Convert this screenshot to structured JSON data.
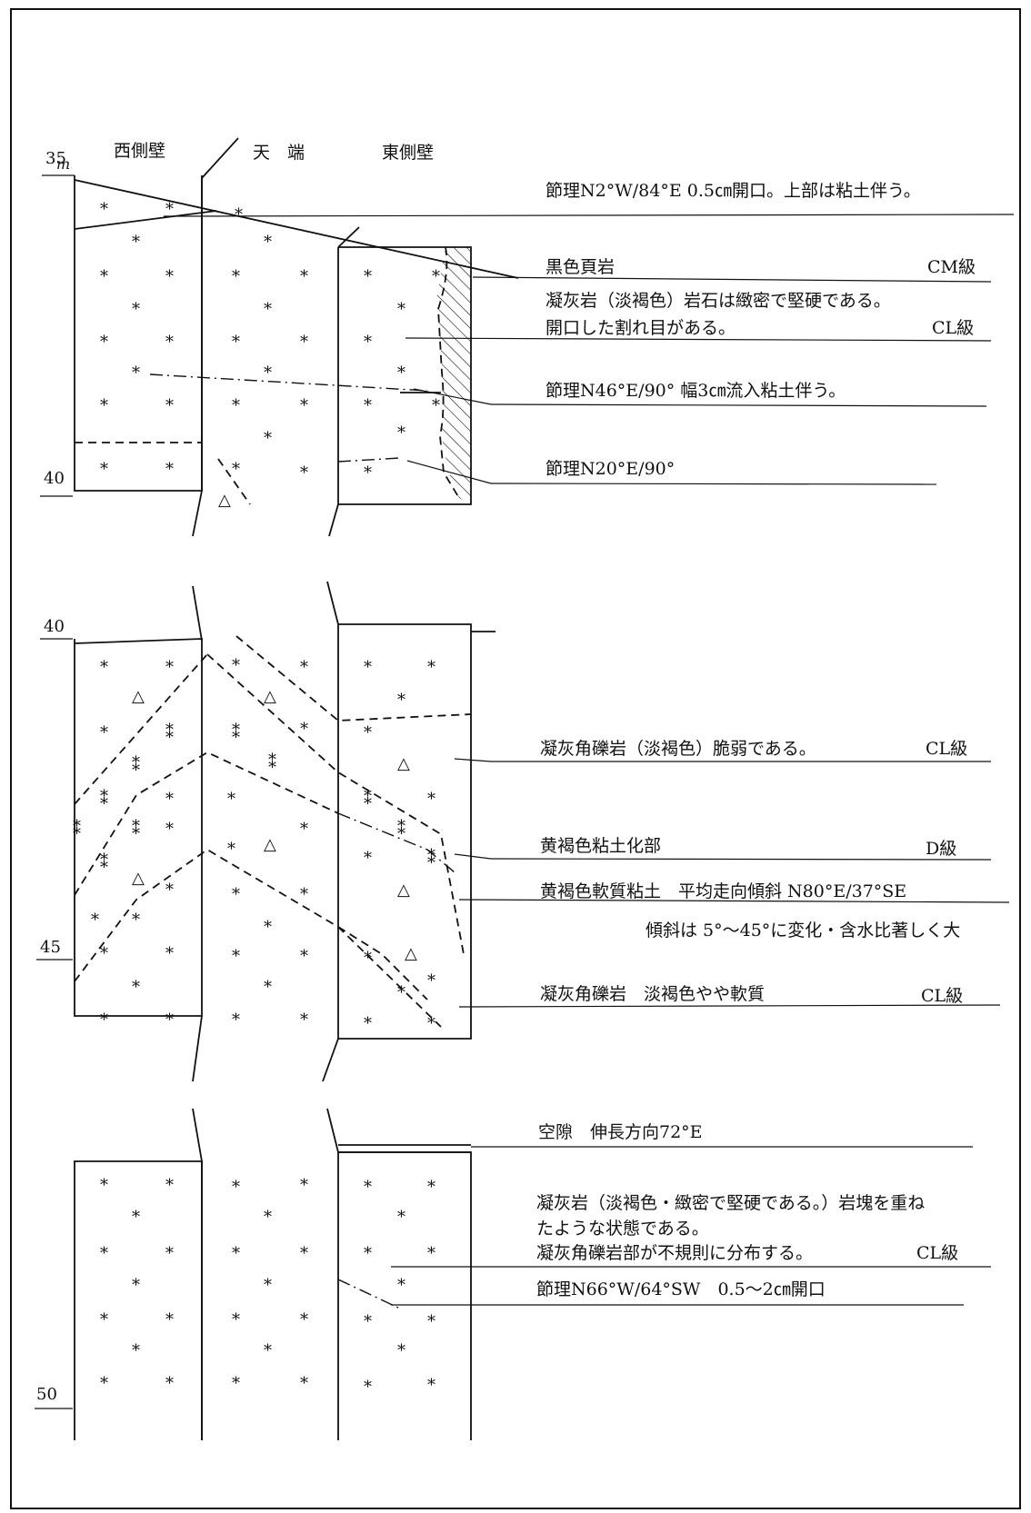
{
  "unit": "m",
  "headers": {
    "west": "西側壁",
    "top": "天　端",
    "east": "東側壁"
  },
  "depths": [
    "35",
    "40",
    "40",
    "45",
    "50"
  ],
  "annotations": [
    {
      "text": "節理N2°W/84°E 0.5㎝開口。上部は粘土伴う。",
      "grade": ""
    },
    {
      "text": "黒色頁岩",
      "grade": "CM級"
    },
    {
      "text": "凝灰岩（淡褐色）岩石は緻密で堅硬である。",
      "grade": ""
    },
    {
      "text": "開口した割れ目がある。",
      "grade": "CL級"
    },
    {
      "text": "節理N46°E/90° 幅3㎝流入粘土伴う。",
      "grade": ""
    },
    {
      "text": "節理N20°E/90°",
      "grade": ""
    },
    {
      "text": "凝灰角礫岩（淡褐色）脆弱である。",
      "grade": "CL級"
    },
    {
      "text": "黄褐色粘土化部",
      "grade": "D級"
    },
    {
      "text": "黄褐色軟質粘土　平均走向傾斜 N80°E/37°SE",
      "grade": ""
    },
    {
      "text": "傾斜は 5°～45°に変化・含水比著しく大",
      "grade": ""
    },
    {
      "text": "凝灰角礫岩　淡褐色やや軟質",
      "grade": "CL級"
    },
    {
      "text": "空隙　伸長方向72°E",
      "grade": ""
    },
    {
      "text": "凝灰岩（淡褐色・緻密で堅硬である。）岩塊を重ね",
      "grade": ""
    },
    {
      "text": "たような状態である。",
      "grade": ""
    },
    {
      "text": "凝灰角礫岩部が不規則に分布する。",
      "grade": "CL級"
    },
    {
      "text": "節理N66°W/64°SW　0.5～2㎝開口",
      "grade": ""
    }
  ],
  "symbols": {
    "tuff": "*",
    "breccia": "△",
    "clay": "⁑"
  }
}
